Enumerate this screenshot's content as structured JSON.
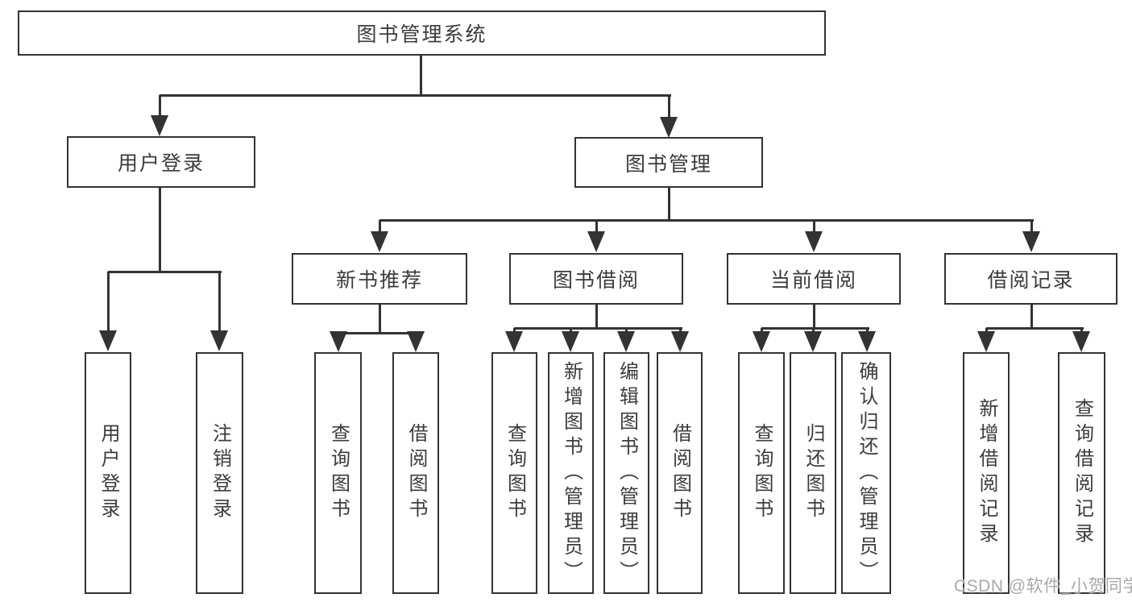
{
  "tree": {
    "root": {
      "label": "图书管理系统"
    },
    "branches": [
      {
        "label": "用户登录",
        "children": [
          "用户登录",
          "注销登录"
        ]
      },
      {
        "label": "图书管理",
        "groups": [
          {
            "label": "新书推荐",
            "children": [
              "查询图书",
              "借阅图书"
            ]
          },
          {
            "label": "图书借阅",
            "children": [
              "查询图书",
              "新增图书（管理员）",
              "编辑图书（管理员）",
              "借阅图书"
            ]
          },
          {
            "label": "当前借阅",
            "children": [
              "查询图书",
              "归还图书",
              "确认归还（管理员）"
            ]
          },
          {
            "label": "借阅记录",
            "children": [
              "新增借阅记录",
              "查询借阅记录"
            ]
          }
        ]
      }
    ]
  },
  "watermark": {
    "text": "CSDN @软件_小贺同学"
  },
  "colors": {
    "line": "#333333",
    "text": "#3c3c3c",
    "watermark": "#a9a9a9",
    "background": "#ffffff"
  }
}
